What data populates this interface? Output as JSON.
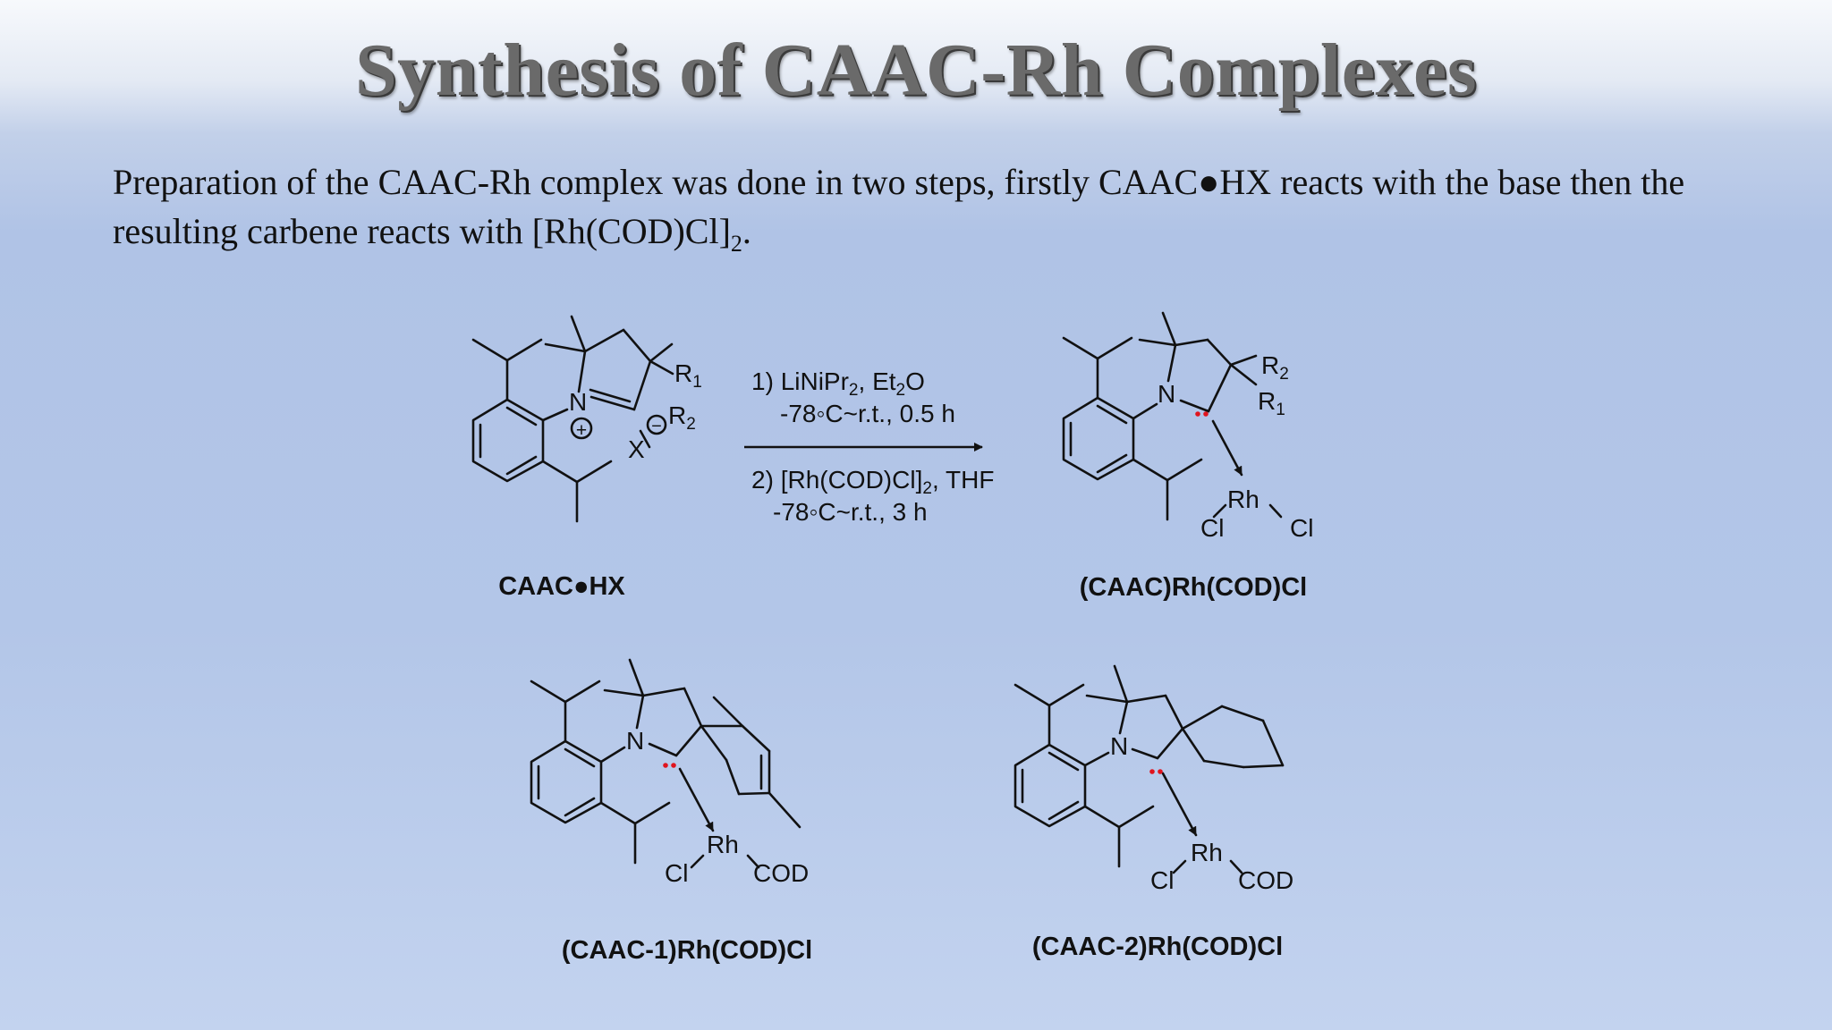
{
  "title": "Synthesis of CAAC-Rh Complexes",
  "intro": {
    "text": "Preparation of the CAAC-Rh complex was done in two steps, firstly CAAC●HX reacts with the base then the resulting carbene reacts with [Rh(COD)Cl]",
    "subscript": "2",
    "tail": "."
  },
  "reaction": {
    "step1": {
      "number": "1)",
      "reagent": "LiNiPr",
      "reagent_sub": "2",
      "sep": ", ",
      "solvent": "Et",
      "solvent_sub": "2",
      "solvent_tail": "O",
      "conditions": "-78◦C~r.t., 0.5 h"
    },
    "step2": {
      "number": "2)",
      "reagent": "[Rh(COD)Cl]",
      "reagent_sub": "2",
      "solvent": ", THF",
      "conditions": "-78◦C~r.t., 3 h"
    }
  },
  "atoms": {
    "N": "N",
    "R1": "R",
    "R1_sub": "1",
    "R2": "R",
    "R2_sub": "2",
    "X": "X",
    "plus": "+",
    "minus": "−",
    "Rh": "Rh",
    "Cl": "Cl",
    "COD": "COD"
  },
  "labels": {
    "reactant": "CAAC●HX",
    "product": "(CAAC)Rh(COD)Cl",
    "complex1": "(CAAC-1)Rh(COD)Cl",
    "complex2": "(CAAC-2)Rh(COD)Cl"
  },
  "colors": {
    "lone_pair": "#e0141e",
    "bond": "#111111",
    "title": "#6a6a6a"
  }
}
